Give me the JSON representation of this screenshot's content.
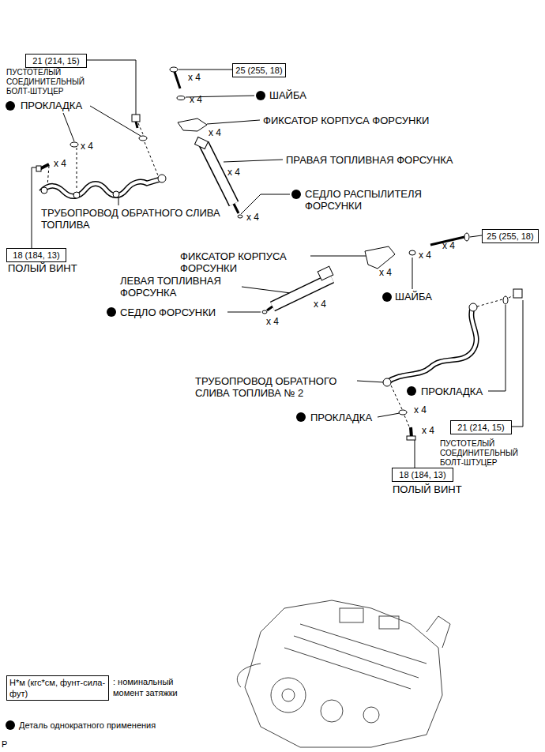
{
  "diagram": {
    "nodes": [
      {
        "text": [
          "21 (214, 15)"
        ]
      },
      {
        "text": [
          "25 (255, 18)"
        ]
      },
      {
        "text": [
          "18 (184, 13)"
        ]
      },
      {
        "text": [
          "25 (255, 18)"
        ]
      },
      {
        "text": [
          "21 (214, 15)"
        ]
      },
      {
        "text": [
          "18 (184, 13)"
        ]
      },
      {
        "text": [
          "Н*м (кгс*см, фунт-сила-фут)"
        ]
      }
    ],
    "labels": [
      "ПУСТОТЕЛЫЙ СОЕДИНИТЕЛЬНЫЙ БОЛТ-ШТУЦЕР",
      "ПРОКЛАДКА",
      "x 4",
      "x 4",
      "ТРУБОПРОВОД ОБРАТНОГО СЛИВА ТОПЛИВА",
      "ПОЛЫЙ ВИНТ",
      "x 4",
      "ШАЙБА",
      "x 4",
      "ФИКСАТОР КОРПУСА ФОРСУНКИ",
      "x 4",
      "ПРАВАЯ ТОПЛИВНАЯ ФОРСУНКА",
      "x 4",
      "СЕДЛО РАСПЫЛИТЕЛЯ ФОРСУНКИ",
      "x 4",
      "x 4",
      "ФИКСАТОР КОРПУСА ФОРСУНКИ",
      "x 4",
      "ЛЕВАЯ ТОПЛИВНАЯ ФОРСУНКА",
      "x 4",
      "ШАЙБА",
      "СЕДЛО ФОРСУНКИ",
      "x 4",
      "x 4",
      "ТРУБОПРОВОД ОБРАТНОГО СЛИВА ТОПЛИВА № 2",
      "ПРОКЛАДКА",
      "ПРОКЛАДКА",
      "x 4",
      "x 4",
      "ПУСТОТЕЛЫЙ СОЕДИНИТЕЛЬНЫЙ БОЛТ-ШТУЦЕР",
      "ПОЛЫЙ ВИНТ",
      "P"
    ],
    "legend": [
      {
        "text": ": номинальный момент затяжки"
      },
      {
        "text": "Деталь однократного применения"
      }
    ]
  }
}
